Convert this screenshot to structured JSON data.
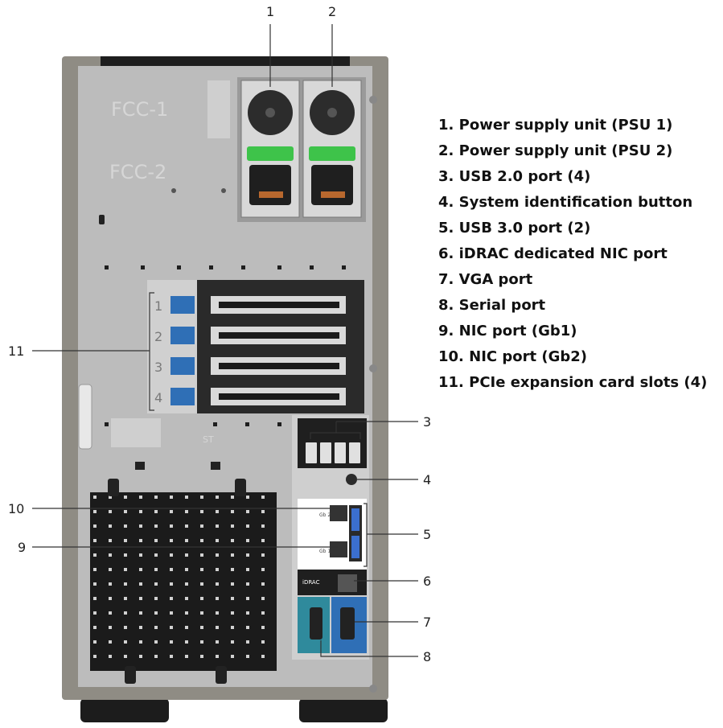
{
  "callouts": [
    "1",
    "2",
    "3",
    "4",
    "5",
    "6",
    "7",
    "8",
    "9",
    "10",
    "11"
  ],
  "legend": [
    "1. Power supply unit (PSU 1)",
    "2. Power supply unit (PSU 2)",
    "3. USB 2.0 port (4)",
    "4. System identification button",
    "5. USB 3.0 port (2)",
    "6. iDRAC dedicated NIC port",
    "7. VGA port",
    "8. Serial port",
    "9. NIC port (Gb1)",
    "10. NIC port (Gb2)",
    "11. PCIe expansion card slots (4)"
  ],
  "chassis_labels": {
    "fcc1": "FCC-1",
    "fcc2": "FCC-2",
    "st": "ST",
    "idrac": "iDRAC",
    "slots": [
      "1",
      "2",
      "3",
      "4"
    ],
    "nic_top": "Gb 2",
    "nic_bottom": "Gb 1"
  },
  "colors": {
    "chassis": "#b9b9b9",
    "frame": "#8f8c84",
    "psu_latch": "#3ec34a",
    "blue_port": "#2f6fb6",
    "teal_port": "#2f8a9c",
    "usb3": "#3b6fcf"
  }
}
